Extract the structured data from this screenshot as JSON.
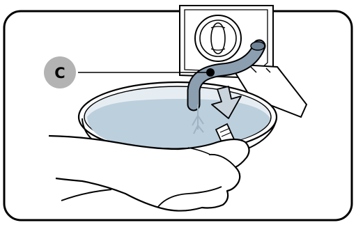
{
  "figure": {
    "callout": {
      "label": "C"
    },
    "colors": {
      "frame_stroke": "#000000",
      "callout_fill": "#b3b3b3",
      "hose_fill": "#8c9fb1",
      "water_fill": "#bccfdd",
      "basin_inner": "#e6edf2",
      "arrow_fill": "#c9d3dc",
      "skin": "#ffffff"
    },
    "icons": [
      "callout-marker",
      "down-arrow-icon",
      "filter-cap",
      "drain-hose",
      "basin",
      "hand"
    ]
  }
}
